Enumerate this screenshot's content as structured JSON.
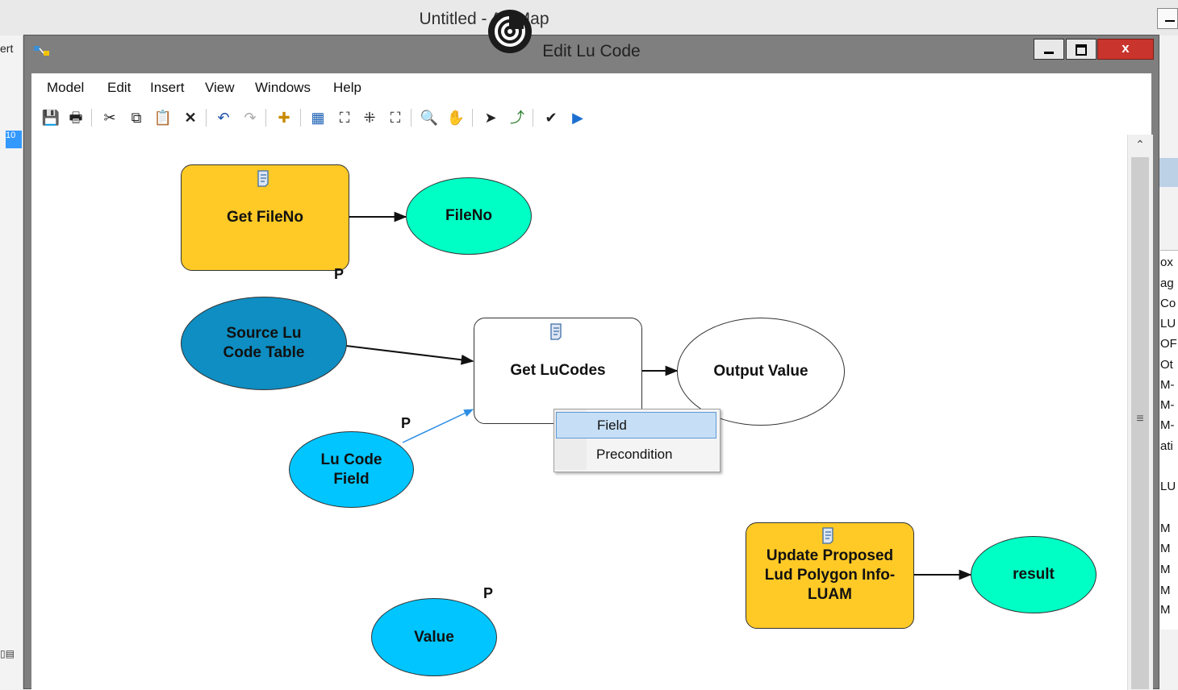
{
  "background_window": {
    "title": "Untitled - ArcMap",
    "left_text": "ert",
    "left_field": "10",
    "right_panel_items": [
      "ox",
      "ag",
      "Co",
      "LU",
      "OF",
      "Ot",
      "M-",
      "M-",
      "M-",
      "ati",
      "LU",
      "M",
      "M",
      "M",
      "M",
      "M"
    ]
  },
  "window": {
    "title": "Edit Lu Code",
    "close_label": "x"
  },
  "menu": [
    "Model",
    "Edit",
    "Insert",
    "View",
    "Windows",
    "Help"
  ],
  "toolbar_icons": [
    "save-icon",
    "print-icon",
    "cut-icon",
    "copy-icon",
    "paste-icon",
    "delete-icon",
    "undo-icon",
    "redo-icon",
    "add-data-icon",
    "auto-layout-icon",
    "full-extent-icon",
    "zoom-in-fixed-icon",
    "zoom-out-fixed-icon",
    "zoom-in-icon",
    "pan-icon",
    "select-icon",
    "connect-icon",
    "validate-icon",
    "run-icon"
  ],
  "nodes": {
    "get_fileno": "Get FileNo",
    "fileno": "FileNo",
    "source_table": "Source Lu Code Table",
    "get_lucodes": "Get LuCodes",
    "output_value": "Output Value",
    "lu_code_field": "Lu Code Field",
    "value": "Value",
    "update": "Update Proposed Lud Polygon Info-LUAM",
    "result": "result"
  },
  "p_tag": "P",
  "context_menu": {
    "field": "Field",
    "precondition": "Precondition"
  },
  "colors": {
    "tool_fill": "#ffc926",
    "output_fill": "#00ffc5",
    "input_dark": "#0e8ec2",
    "input_light": "#00c5ff",
    "menu_highlight": "#c6dff6"
  }
}
